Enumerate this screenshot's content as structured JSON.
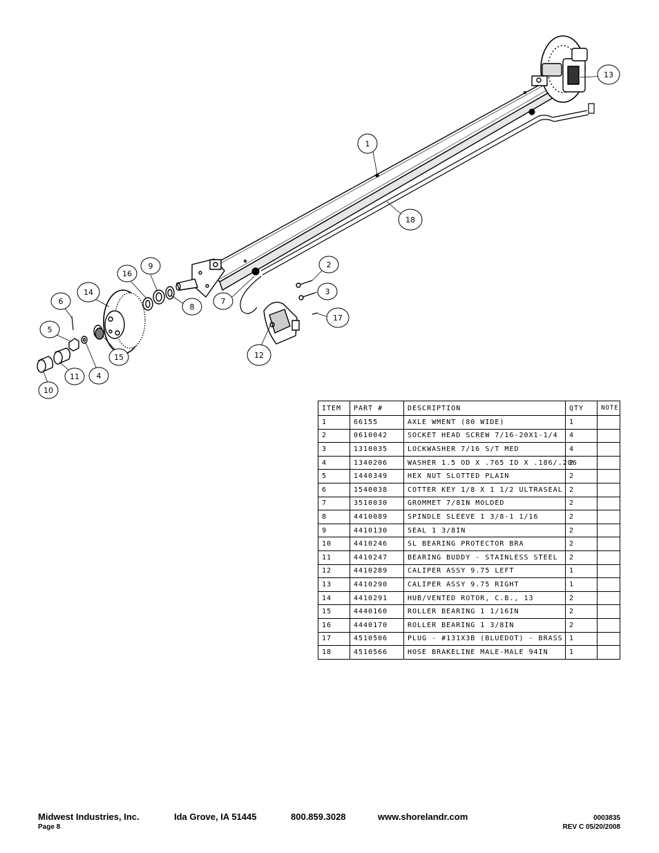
{
  "diagram": {
    "callouts": [
      "1",
      "2",
      "3",
      "4",
      "5",
      "6",
      "7",
      "8",
      "9",
      "10",
      "11",
      "12",
      "13",
      "14",
      "15",
      "16",
      "17",
      "18"
    ]
  },
  "table": {
    "headers": {
      "item": "ITEM",
      "part": "PART #",
      "description": "DESCRIPTION",
      "qty": "QTY",
      "note": "NOTE"
    },
    "rows": [
      {
        "item": "1",
        "part": "66155",
        "description": "AXLE WMENT (80 WIDE)",
        "qty": "1",
        "note": ""
      },
      {
        "item": "2",
        "part": "0610042",
        "description": "SOCKET HEAD SCREW 7/16-20X1-1/4",
        "qty": "4",
        "note": ""
      },
      {
        "item": "3",
        "part": "1310035",
        "description": "LOCKWASHER 7/16 S/T MED",
        "qty": "4",
        "note": ""
      },
      {
        "item": "4",
        "part": "1340206",
        "description": "WASHER 1.5 OD X .765 ID X .186/.206",
        "qty": "2",
        "note": ""
      },
      {
        "item": "5",
        "part": "1440349",
        "description": "HEX NUT SLOTTED PLAIN",
        "qty": "2",
        "note": ""
      },
      {
        "item": "6",
        "part": "1540038",
        "description": "COTTER KEY 1/8 X 1 1/2 ULTRASEAL",
        "qty": "2",
        "note": ""
      },
      {
        "item": "7",
        "part": "3510030",
        "description": "GROMMET  7/8IN MOLDED",
        "qty": "2",
        "note": ""
      },
      {
        "item": "8",
        "part": "4410089",
        "description": "SPINDLE SLEEVE  1 3/8-1 1/16",
        "qty": "2",
        "note": ""
      },
      {
        "item": "9",
        "part": "4410130",
        "description": "SEAL  1 3/8IN",
        "qty": "2",
        "note": ""
      },
      {
        "item": "10",
        "part": "4410246",
        "description": "SL BEARING PROTECTOR BRA",
        "qty": "2",
        "note": ""
      },
      {
        "item": "11",
        "part": "4410247",
        "description": "BEARING BUDDY - STAINLESS STEEL",
        "qty": "2",
        "note": ""
      },
      {
        "item": "12",
        "part": "4410289",
        "description": "CALIPER ASSY 9.75 LEFT",
        "qty": "1",
        "note": ""
      },
      {
        "item": "13",
        "part": "4410290",
        "description": "CALIPER ASSY 9.75 RIGHT",
        "qty": "1",
        "note": ""
      },
      {
        "item": "14",
        "part": "4410291",
        "description": "HUB/VENTED ROTOR, C.B.,  13",
        "qty": "2",
        "note": ""
      },
      {
        "item": "15",
        "part": "4440160",
        "description": "ROLLER BEARING   1 1/16IN",
        "qty": "2",
        "note": ""
      },
      {
        "item": "16",
        "part": "4440170",
        "description": "ROLLER BEARING   1 3/8IN",
        "qty": "2",
        "note": ""
      },
      {
        "item": "17",
        "part": "4510506",
        "description": "PLUG - #131X3B (BLUEDOT) - BRASS",
        "qty": "1",
        "note": ""
      },
      {
        "item": "18",
        "part": "4510566",
        "description": "HOSE BRAKELINE MALE-MALE 94IN",
        "qty": "1",
        "note": ""
      }
    ]
  },
  "footer": {
    "company": "Midwest Industries, Inc.",
    "location": "Ida Grove, IA  51445",
    "phone": "800.859.3028",
    "website": "www.shorelandr.com",
    "page": "Page 8",
    "doc_number": "0003835",
    "revision": "REV C  05/20/2008"
  }
}
